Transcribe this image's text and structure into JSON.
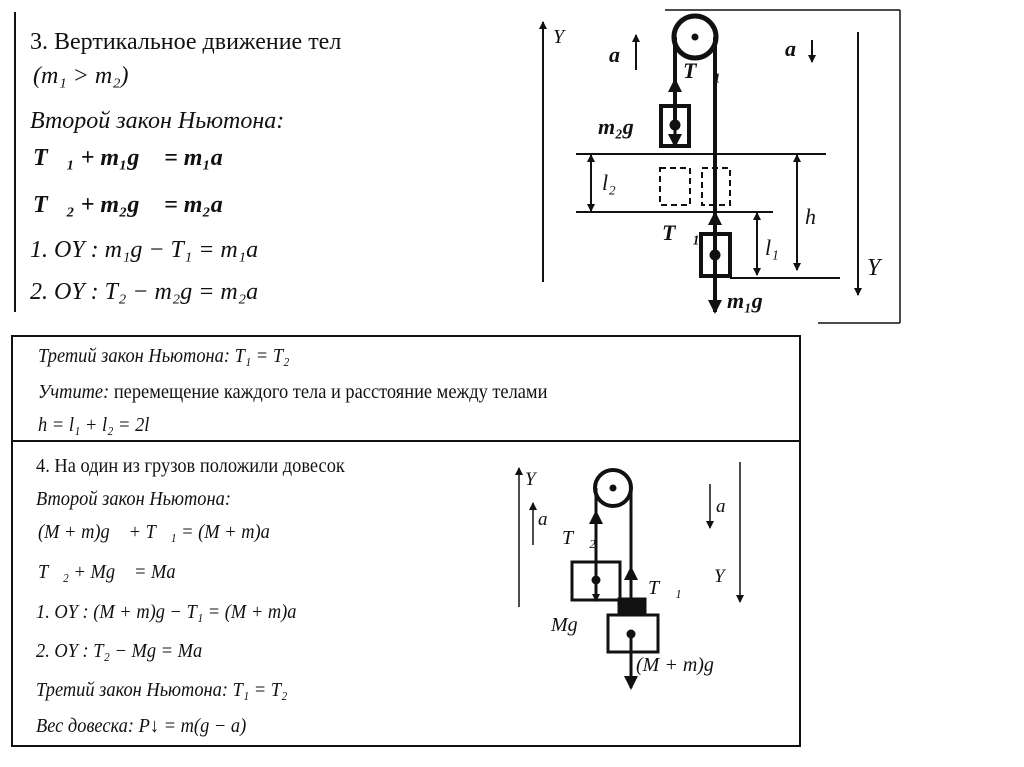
{
  "section3": {
    "title": "3. Вертикальное движение тел",
    "condition": "(m₁ > m₂)",
    "second_law_heading": "Второй закон Ньютона:",
    "eq1": "T⃗₁ + m₁g⃗ = m₁a⃗",
    "eq2": "T⃗₂ + m₂g⃗ = m₂a⃗",
    "proj1": "1. OY : m₁g − T₁ = m₁a",
    "proj2": "2.  OY : T₂ − m₂g = m₂a"
  },
  "diagram3": {
    "y_up": "Y",
    "a_up": "a⃗",
    "a_down": "a⃗",
    "t1_top": "T⃗₁",
    "m2g": "m₂g⃗",
    "l2": "l₂",
    "h": "h",
    "t1_bottom": "T⃗₁",
    "l1": "l₁",
    "y_down": "Y",
    "m1g": "m₁g⃗"
  },
  "box": {
    "third_law": "Третий закон Ньютона:  T₁ = T₂",
    "note_label": "Учтите:",
    "note_text": " перемещение каждого тела и расстояние между телами",
    "distance_eq": "h = l₁ + l₂ = 2l"
  },
  "section4": {
    "title": "4. На один из грузов положили довесок",
    "second_law_heading": "Второй закон Ньютона:",
    "eq1": "(M + m)g⃗ + T⃗₁ = (M + m)a⃗",
    "eq2": "T⃗₂ + Mg⃗ = Ma⃗",
    "proj1": "1. OY : (M + m)g − T₁ = (M + m)a",
    "proj2": "2. OY : T₂ − Mg = Ma",
    "third_law": "Третий закон Ньютона:  T₁ = T₂",
    "weight": "Вес довеска:  P↓ = m(g − a)"
  },
  "diagram4": {
    "y_up": "Y",
    "a_up": "a⃗",
    "t2": "T⃗₂",
    "t1": "T⃗₁",
    "mg": "Mg⃗",
    "total_g": "(M + m)g⃗",
    "a_down": "a⃗",
    "y_down": "Y"
  }
}
